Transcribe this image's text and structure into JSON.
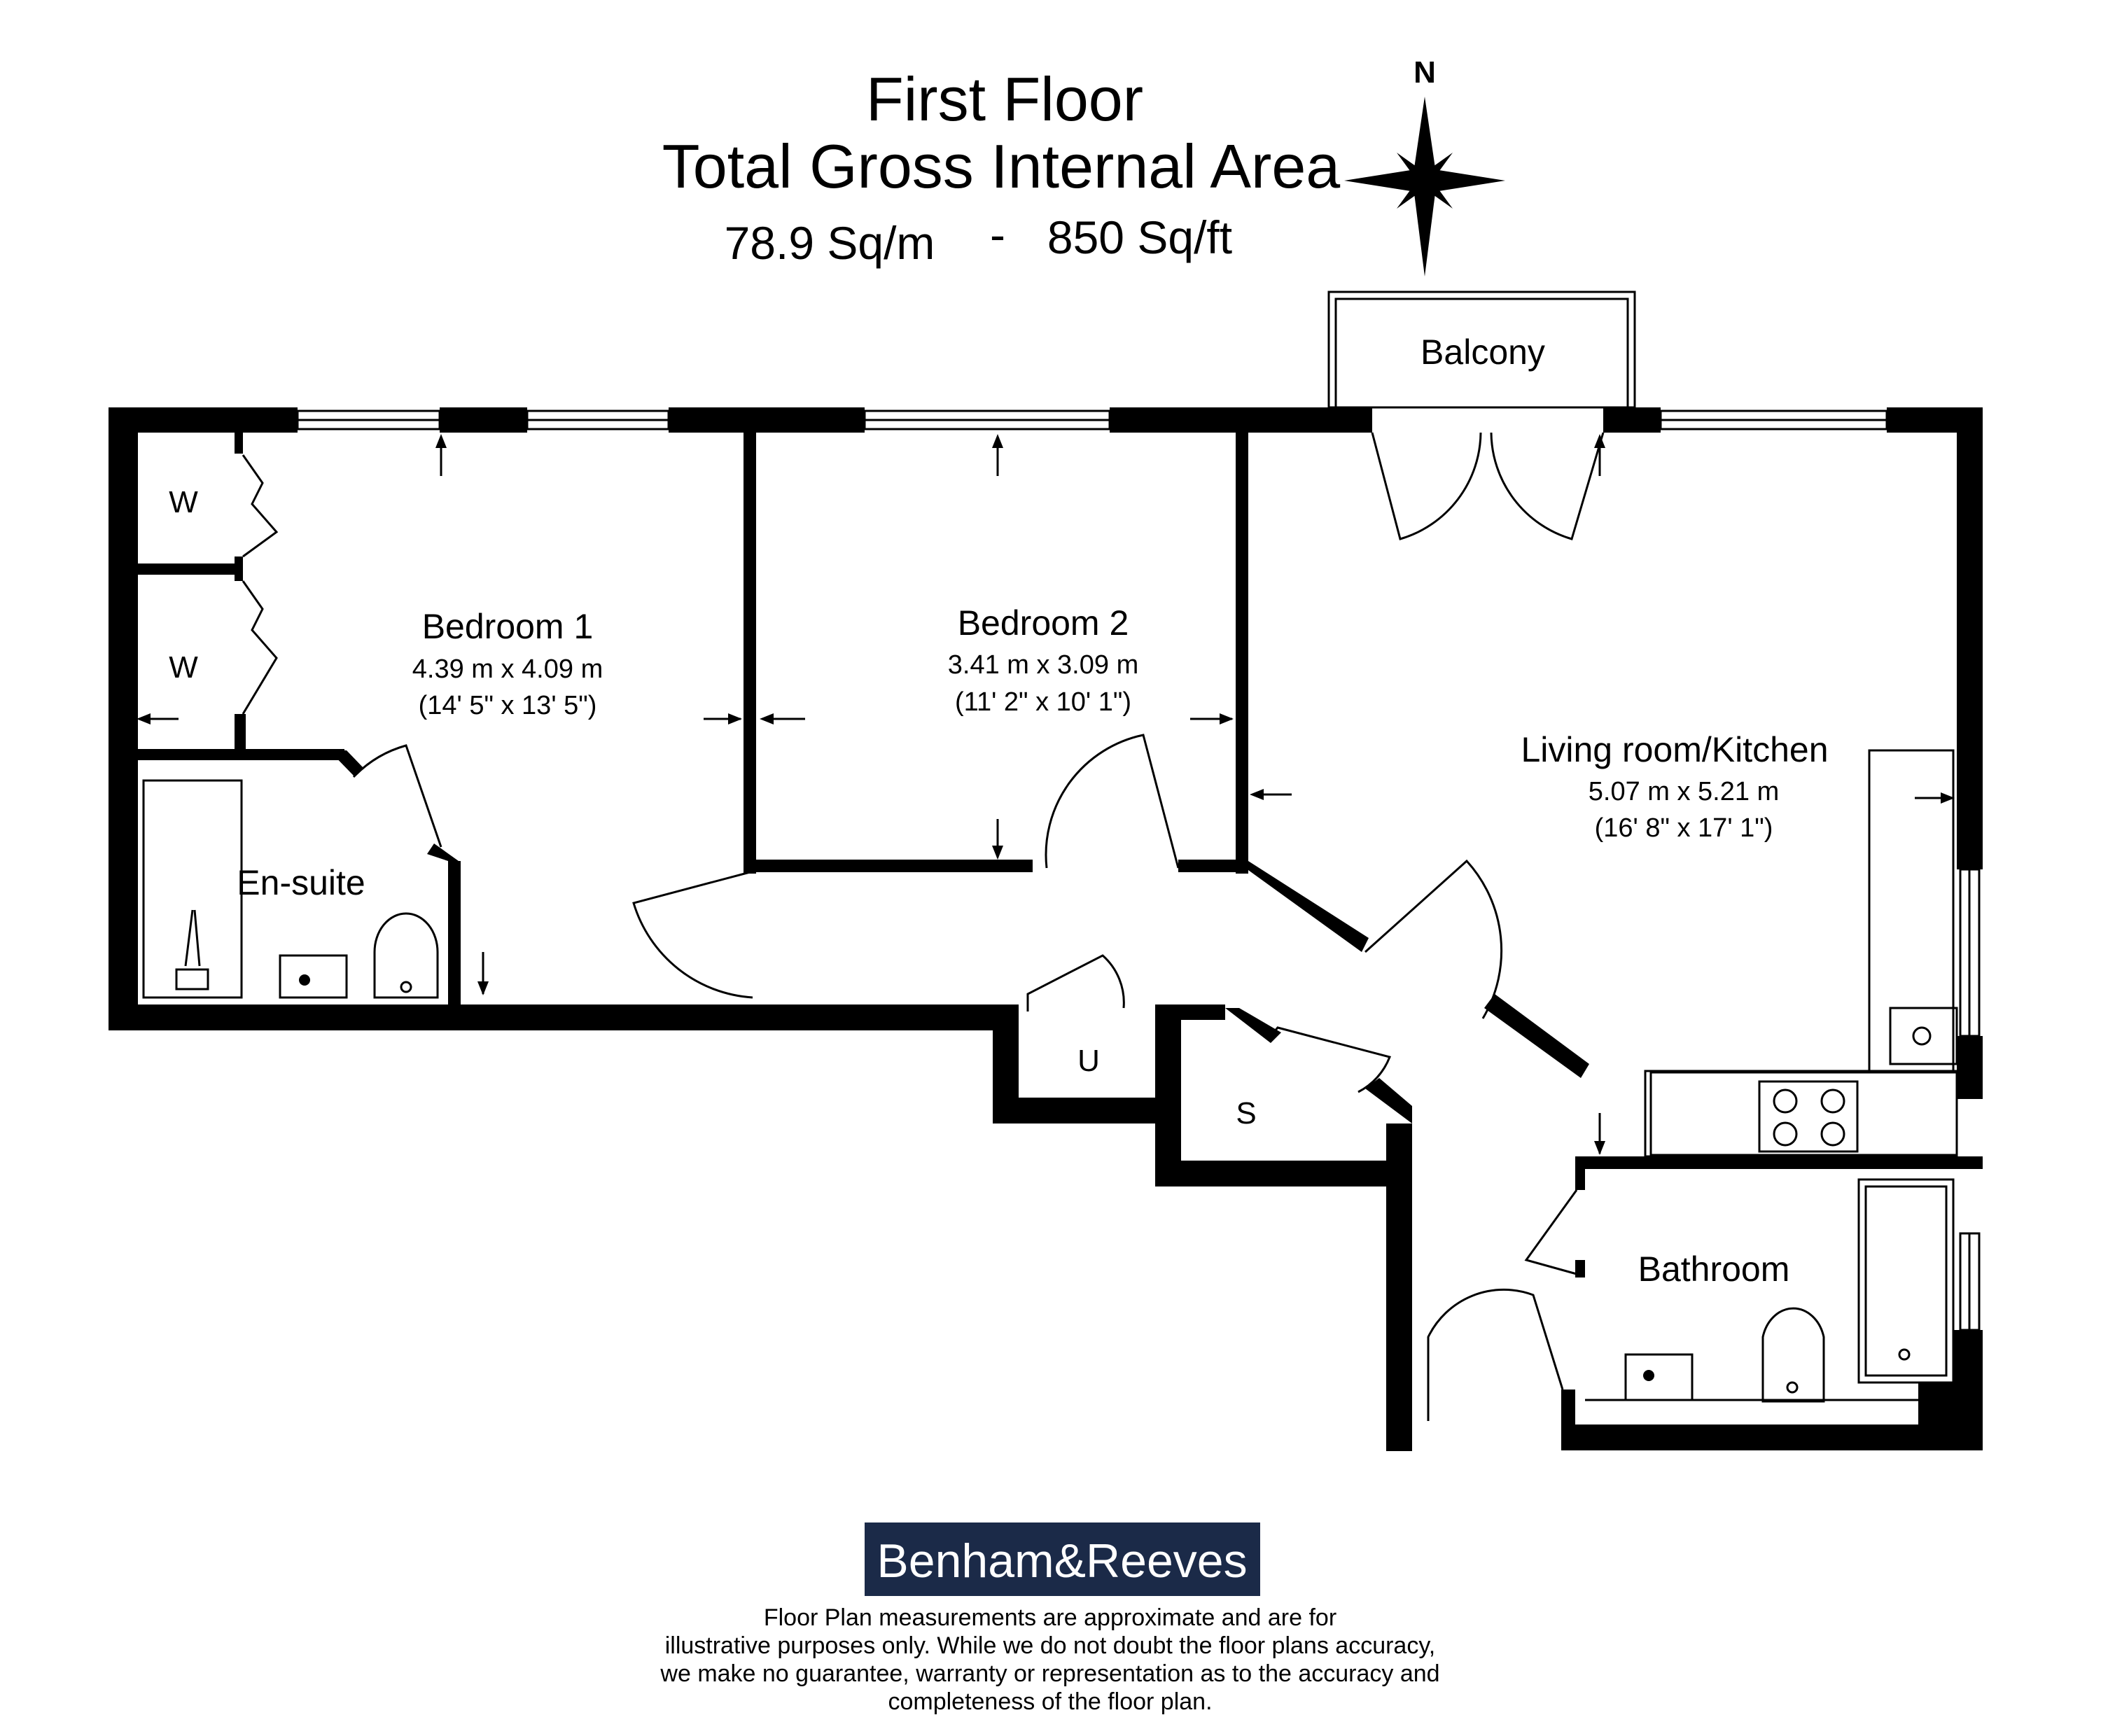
{
  "header": {
    "title": "First Floor",
    "subtitle": "Total Gross Internal Area",
    "area_sqm": "78.9 Sq/m",
    "separator": "-",
    "area_sqft": "850 Sq/ft"
  },
  "compass": {
    "label": "N"
  },
  "rooms": {
    "balcony": {
      "name": "Balcony"
    },
    "bedroom1": {
      "name": "Bedroom 1",
      "metric": "4.39 m x 4.09 m",
      "imperial": "(14' 5\" x 13' 5\")"
    },
    "bedroom2": {
      "name": "Bedroom 2",
      "metric": "3.41 m x 3.09 m",
      "imperial": "(11' 2\" x 10' 1\")"
    },
    "living": {
      "name": "Living room/Kitchen",
      "metric": "5.07 m x 5.21 m",
      "imperial": "(16' 8\" x 17' 1\")"
    },
    "ensuite": {
      "name": "En-suite"
    },
    "bathroom": {
      "name": "Bathroom"
    },
    "wardrobe1": {
      "name": "W"
    },
    "wardrobe2": {
      "name": "W"
    },
    "utility": {
      "name": "U"
    },
    "storage": {
      "name": "S"
    }
  },
  "branding": {
    "logo_text": "Benham&Reeves",
    "logo_bg": "#1b2a48"
  },
  "disclaimer": {
    "line1": "Floor Plan measurements are approximate and are for",
    "line2": "illustrative purposes only.  While we do not doubt the floor plans accuracy,",
    "line3": "we make no guarantee, warranty or representation as to the accuracy and",
    "line4": "completeness of the floor plan."
  }
}
